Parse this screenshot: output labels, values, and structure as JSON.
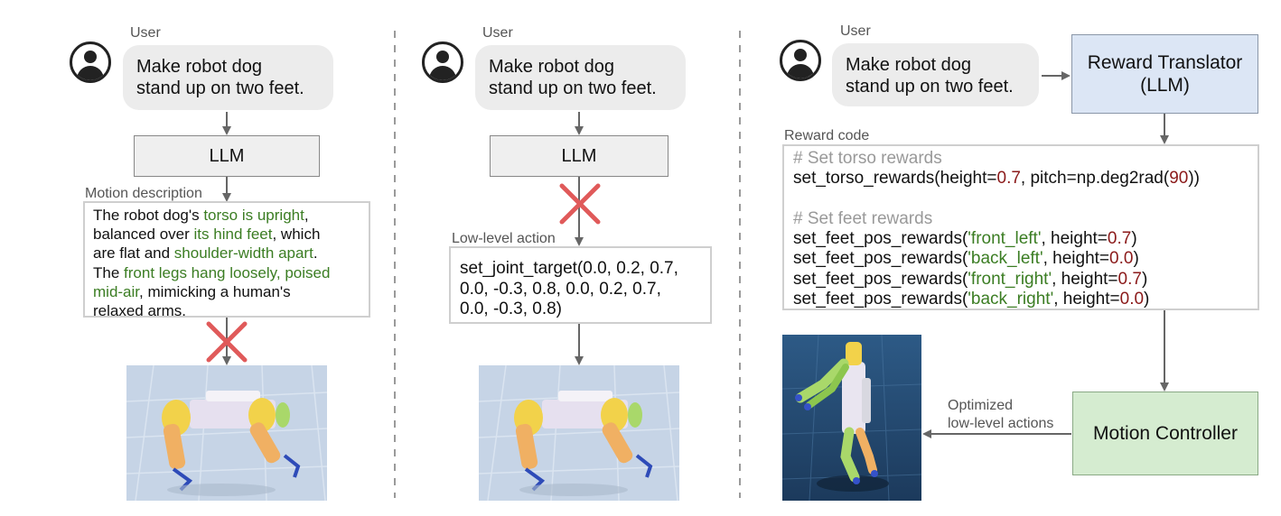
{
  "colors": {
    "arrow": "#666666",
    "cross": "#e05a5a",
    "green_text": "#3b7d23",
    "number_text": "#8b1a1a",
    "reward_translator_bg": "#dce6f5",
    "motion_controller_bg": "#d5ecd0",
    "llm_bg": "#efefef"
  },
  "panel1": {
    "user_label": "User",
    "prompt_line1": "Make robot dog",
    "prompt_line2": "stand up on two feet.",
    "llm_label": "LLM",
    "section_label": "Motion description",
    "desc": {
      "s1": "The robot dog's ",
      "h1": "torso is upright",
      "s2": ",",
      "s3": "balanced over ",
      "h2": "its hind feet",
      "s4": ", which",
      "s5": "are flat and ",
      "h3": "shoulder-width apart",
      "s6": ".",
      "s7": "The ",
      "h4": "front legs hang loosely, poised",
      "h5": "mid-air",
      "s8": ", mimicking a human's",
      "s9": "relaxed arms."
    },
    "image_icon": "robot-dog-image"
  },
  "panel2": {
    "user_label": "User",
    "prompt_line1": "Make robot dog",
    "prompt_line2": "stand up on two feet.",
    "llm_label": "LLM",
    "section_label": "Low-level action",
    "action_lines": [
      "set_joint_target(0.0, 0.2, 0.7,",
      "0.0, -0.3, 0.8, 0.0, 0.2, 0.7,",
      "0.0, -0.3, 0.8)"
    ],
    "image_icon": "robot-dog-image"
  },
  "panel3": {
    "user_label": "User",
    "prompt_line1": "Make robot dog",
    "prompt_line2": "stand up on two feet.",
    "translator_line1": "Reward Translator",
    "translator_line2": "(LLM)",
    "section_label": "Reward code",
    "code": {
      "c1": "# Set torso rewards",
      "l1a": "set_torso_rewards(height=",
      "l1n1": "0.7",
      "l1b": ", pitch=np.deg2rad(",
      "l1n2": "90",
      "l1c": "))",
      "c2": "# Set feet rewards",
      "f1a": "set_feet_pos_rewards(",
      "f1s": "'front_left'",
      "f1b": ", height=",
      "f1n": "0.7",
      "f1c": ")",
      "f2a": "set_feet_pos_rewards(",
      "f2s": "'back_left'",
      "f2b": ", height=",
      "f2n": "0.0",
      "f2c": ")",
      "f3a": "set_feet_pos_rewards(",
      "f3s": "'front_right'",
      "f3b": ", height=",
      "f3n": "0.7",
      "f3c": ")",
      "f4a": "set_feet_pos_rewards(",
      "f4s": "'back_right'",
      "f4b": ", height=",
      "f4n": "0.0",
      "f4c": ")"
    },
    "optimized_line1": "Optimized",
    "optimized_line2": "low-level actions",
    "controller_label": "Motion Controller",
    "image_icon": "standing-robot-image"
  }
}
